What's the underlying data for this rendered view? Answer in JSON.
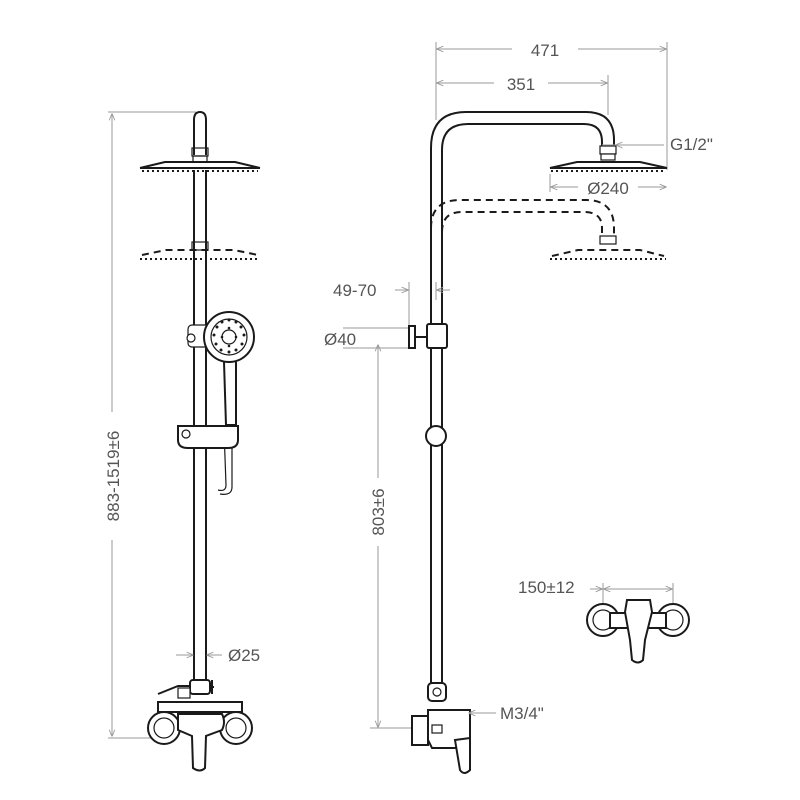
{
  "dimensions": {
    "total_height": "883-1519±6",
    "bar_diameter": "Ø25",
    "arm_reach_outer": "471",
    "arm_reach_inner": "351",
    "head_thread": "G1/2\"",
    "head_diameter": "Ø240",
    "bracket_offset": "49-70",
    "bracket_diameter": "Ø40",
    "mixer_height": "803±6",
    "inlet_thread": "M3/4\"",
    "inlet_spacing": "150±12"
  }
}
